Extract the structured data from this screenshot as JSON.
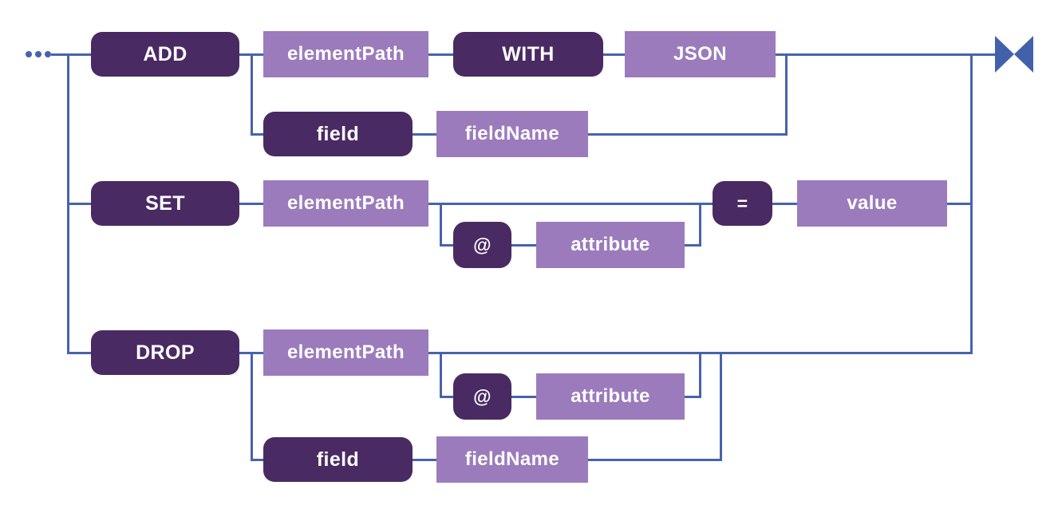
{
  "colors": {
    "keyword-bg": "#4a2a63",
    "nonterminal-bg": "#9b7bbc",
    "line": "#4763ad",
    "terminal": "#4361ab",
    "text": "#ffffff"
  },
  "diagram": {
    "start_ellipsis": "...",
    "add_branch": {
      "keyword": "ADD",
      "element_path": "elementPath",
      "with_keyword": "WITH",
      "json": "JSON",
      "field_keyword": "field",
      "field_name": "fieldName"
    },
    "set_branch": {
      "keyword": "SET",
      "element_path": "elementPath",
      "at": "@",
      "attribute": "attribute",
      "equals": "=",
      "value": "value"
    },
    "drop_branch": {
      "keyword": "DROP",
      "element_path": "elementPath",
      "at": "@",
      "attribute": "attribute",
      "field_keyword": "field",
      "field_name": "fieldName"
    }
  }
}
